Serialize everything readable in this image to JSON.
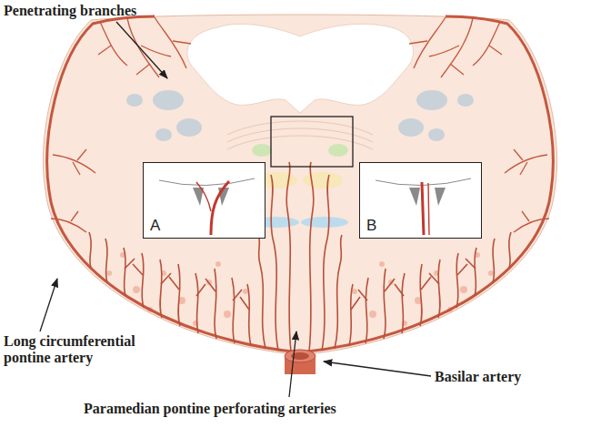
{
  "diagram": {
    "nodes": [
      {
        "text": [
          "A"
        ]
      },
      {
        "text": [
          "B"
        ]
      }
    ],
    "labels": [
      "Penetrating branches",
      "Long circumferential pontine artery",
      "Paramedian pontine perforating arteries",
      "Basilar artery"
    ]
  }
}
